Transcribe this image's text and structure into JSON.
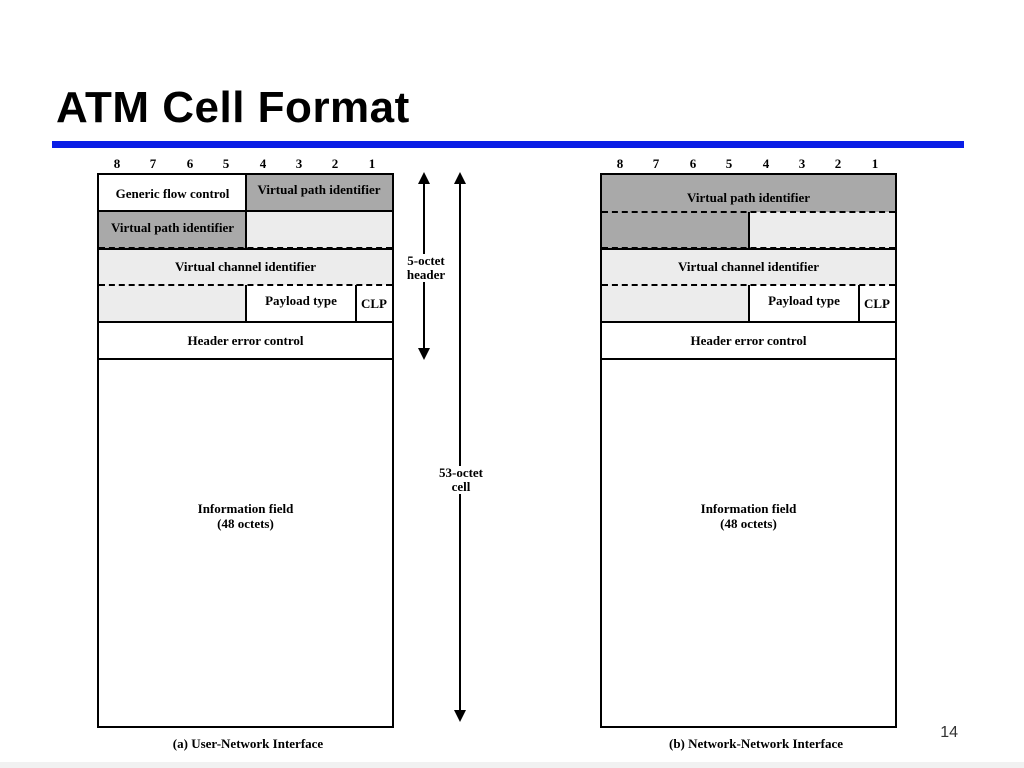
{
  "title": "ATM Cell Format",
  "bit_numbers": [
    "8",
    "7",
    "6",
    "5",
    "4",
    "3",
    "2",
    "1"
  ],
  "uni": {
    "generic_flow_control": "Generic flow control",
    "vpi_top": "Virtual path identifier",
    "vpi_second": "Virtual path identifier",
    "vci": "Virtual channel identifier",
    "payload_type": "Payload type",
    "clp": "CLP",
    "hec": "Header error control",
    "info_line1": "Information field",
    "info_line2": "(48 octets)",
    "caption": "(a) User-Network Interface"
  },
  "nni": {
    "vpi": "Virtual path identifier",
    "vci": "Virtual channel identifier",
    "payload_type": "Payload type",
    "clp": "CLP",
    "hec": "Header error control",
    "info_line1": "Information field",
    "info_line2": "(48 octets)",
    "caption": "(b) Network-Network Interface"
  },
  "header_label_line1": "5-octet",
  "header_label_line2": "header",
  "cell_label_line1": "53-octet",
  "cell_label_line2": "cell",
  "page_number": "14",
  "colors": {
    "rule": "#0a1ee6",
    "dark_field": "#a9a9a9",
    "light_field": "#ececec"
  }
}
